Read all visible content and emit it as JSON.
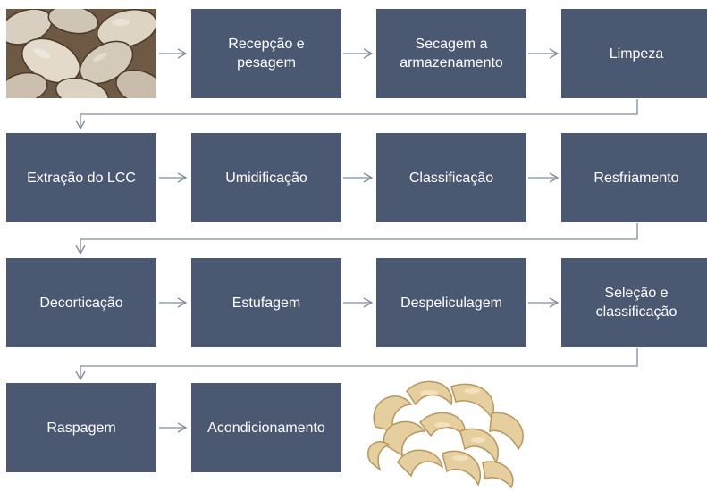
{
  "steps": [
    "Recepção e\npesagem",
    "Secagem a\narmazenamento",
    "Limpeza",
    "Extração do LCC",
    "Umidificação",
    "Classificação",
    "Resfriamento",
    "Decorticação",
    "Estufagem",
    "Despeliculagem",
    "Seleção e\nclassificação",
    "Raspagem",
    "Acondicionamento"
  ],
  "images": {
    "raw": "raw-cashew-nuts-photo",
    "processed": "roasted-cashew-kernels-photo"
  },
  "colors": {
    "box": "#4a5872",
    "box_text": "#ffffff",
    "arrow": "#7f8ca0"
  }
}
